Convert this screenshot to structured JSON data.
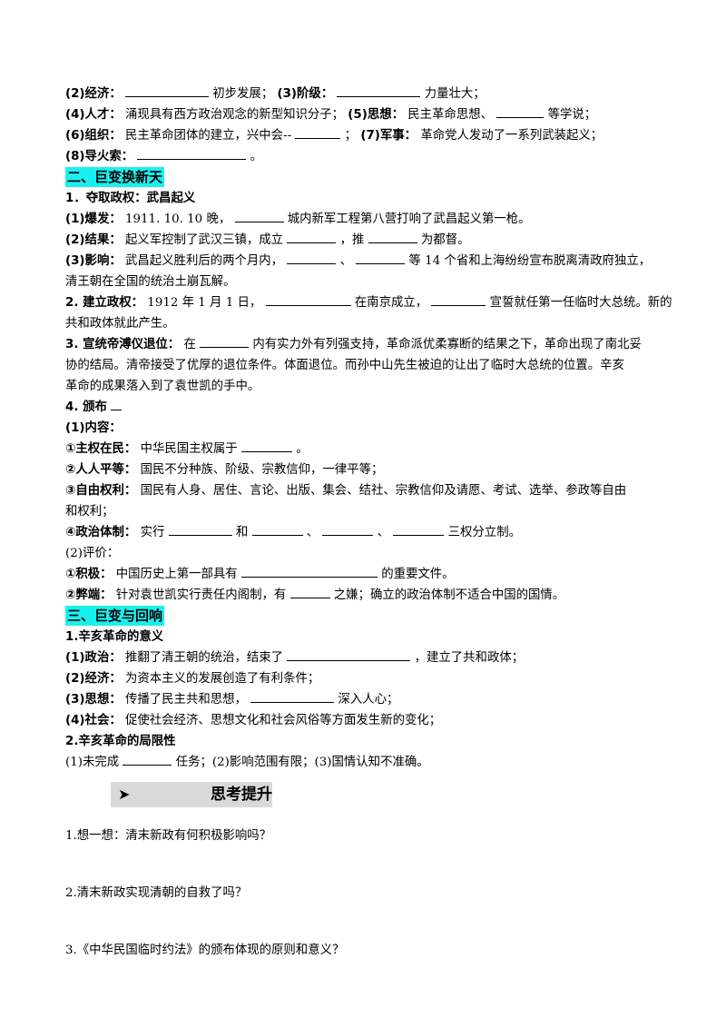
{
  "lines_top": [
    {
      "label": "(2)经济：",
      "t1": "初步发展；",
      "label2": "(3)阶级：",
      "t2": "力量壮大；"
    },
    {
      "label": "(4)人才：",
      "t1": "涌现具有西方政治观念的新型知识分子；",
      "label2": "(5)思想：",
      "t2": "民主革命思想、",
      "t3": "等学说；"
    },
    {
      "label": "(6)组织：",
      "t1": "民主革命团体的建立，兴中会--",
      "t2": "；",
      "label2": "(7)军事：",
      "t3": "革命党人发动了一系列武装起义；"
    },
    {
      "label": "(8)导火索：",
      "t1": "。"
    }
  ],
  "section2": {
    "heading": "二、巨变换新天",
    "sub1": "1．夺取政权：武昌起义",
    "l1": {
      "label": "(1)爆发：",
      "t1": "1911. 10. 10 晚，",
      "t2": "城内新军工程第八营打响了武昌起义第一枪。"
    },
    "l2": {
      "label": "(2)结果：",
      "t1": "起义军控制了武汉三镇，成立",
      "t2": "，推",
      "t3": "为都督。"
    },
    "l3": {
      "label": "(3)影响：",
      "t1": "武昌起义胜利后的两个月内，",
      "t2": "、",
      "t3": "等 14  个省和上海纷纷宣布脱离清政府独立，",
      "t4": "清王朝在全国的统治土崩瓦解。"
    },
    "l4": {
      "label": "2. 建立政权：",
      "t1": "1912 年 1 月 1 日，",
      "t2": "在南京成立，",
      "t3": "宣誓就任第一任临时大总统。新的",
      "t4": "共和政体就此产生。"
    },
    "l5": {
      "label": "3. 宣统帝溥仪退位：",
      "t1": "在",
      "t2": "内有实力外有列强支持，革命派优柔寡断的结果之下，革命出现了南北妥",
      "t3": "协的结局。清帝接受了优厚的退位条件。体面退位。而孙中山先生被迫的让出了临时大总统的位置。辛亥",
      "t4": "革命的成果落入到了袁世凯的手中。"
    },
    "l6": {
      "label": "4. 颁布"
    },
    "content_title": "(1)内容：",
    "c1": {
      "label": "①主权在民：",
      "t1": "中华民国主权属于",
      "t2": "。"
    },
    "c2": {
      "label": "②人人平等：",
      "t1": "国民不分种族、阶级、宗教信仰，一律平等；"
    },
    "c3": {
      "label": "③自由权利：",
      "t1": "国民有人身、居住、言论、出版、集会、结社、宗教信仰及请愿、考试、选举、参政等自由",
      "t2": "和权利；"
    },
    "c4": {
      "label": "④政治体制：",
      "t1": "实行",
      "t2": "和",
      "t3": "、",
      "t4": "、",
      "t5": "三权分立制。"
    },
    "eval_title": "(2)评价：",
    "e1": {
      "label": "①积极：",
      "t1": "中国历史上第一部具有",
      "t2": "的重要文件。"
    },
    "e2": {
      "label": "②弊端：",
      "t1": "针对袁世凯实行责任内阁制，有",
      "t2": "之嫌；确立的政治体制不适合中国的国情。"
    }
  },
  "section3": {
    "heading": "三、巨变与回响",
    "sub1": "1.辛亥革命的意义",
    "s1": {
      "label": "(1)政治：",
      "t1": "推翻了清王朝的统治，结束了",
      "t2": "，建立了共和政体；"
    },
    "s2": {
      "label": "(2)经济：",
      "t1": "为资本主义的发展创造了有利条件；"
    },
    "s3": {
      "label": "(3)思想：",
      "t1": "传播了民主共和思想，",
      "t2": "深入人心；"
    },
    "s4": {
      "label": "(4)社会：",
      "t1": "促使社会经济、思想文化和社会风俗等方面发生新的变化；"
    },
    "sub2": "2.辛亥革命的局限性",
    "lim": {
      "t1": "(1)未完成",
      "t2": "任务；(2)影响范围有限；(3)国情认知不准确。"
    }
  },
  "think": {
    "arrow": "➤",
    "title": "思考提升",
    "q1": "1.想一想：清末新政有何积极影响吗？",
    "q2": "2.清末新政实现清朝的自救了吗？",
    "q3": "3.《中华民国临时约法》的颁布体现的原则和意义？"
  }
}
